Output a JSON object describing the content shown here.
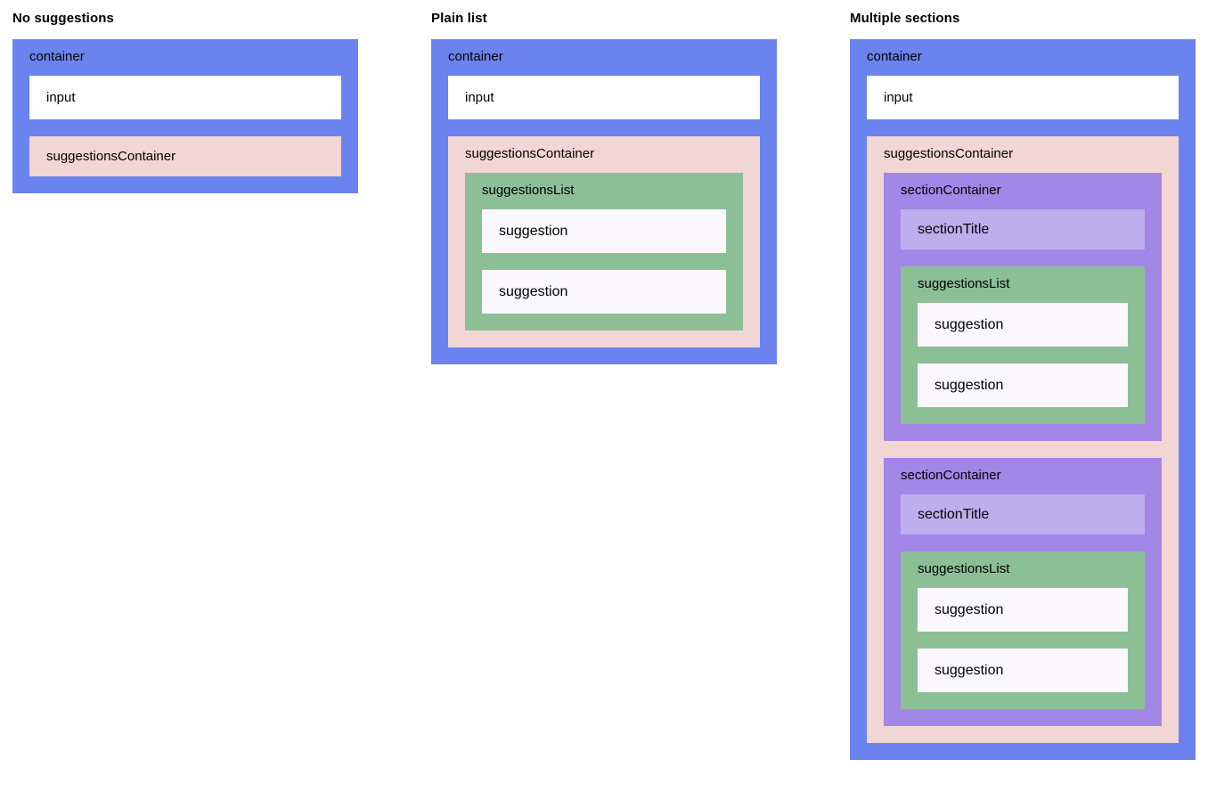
{
  "colors": {
    "container": "#6b83ee",
    "input": "#ffffff",
    "suggestions_container": "#f2d6d5",
    "suggestions_list": "#8cbf96",
    "section_container": "#a286e8",
    "section_title": "#bdaeec",
    "suggestion": "#faf8fd",
    "page_background": "#ffffff",
    "text": "#000000"
  },
  "labels": {
    "container": "container",
    "input": "input",
    "suggestions_container": "suggestionsContainer",
    "suggestions_list": "suggestionsList",
    "section_container": "sectionContainer",
    "section_title": "sectionTitle",
    "suggestion": "suggestion"
  },
  "columns": [
    {
      "title": "No suggestions",
      "container": {
        "label": "container",
        "input_label": "input",
        "suggestions": {
          "label": "suggestionsContainer",
          "lists": [],
          "sections": []
        }
      }
    },
    {
      "title": "Plain list",
      "container": {
        "label": "container",
        "input_label": "input",
        "suggestions": {
          "label": "suggestionsContainer",
          "lists": [
            {
              "label": "suggestionsList",
              "suggestions": [
                "suggestion",
                "suggestion"
              ]
            }
          ],
          "sections": []
        }
      }
    },
    {
      "title": "Multiple sections",
      "container": {
        "label": "container",
        "input_label": "input",
        "suggestions": {
          "label": "suggestionsContainer",
          "lists": [],
          "sections": [
            {
              "label": "sectionContainer",
              "title_label": "sectionTitle",
              "list": {
                "label": "suggestionsList",
                "suggestions": [
                  "suggestion",
                  "suggestion"
                ]
              }
            },
            {
              "label": "sectionContainer",
              "title_label": "sectionTitle",
              "list": {
                "label": "suggestionsList",
                "suggestions": [
                  "suggestion",
                  "suggestion"
                ]
              }
            }
          ]
        }
      }
    }
  ]
}
